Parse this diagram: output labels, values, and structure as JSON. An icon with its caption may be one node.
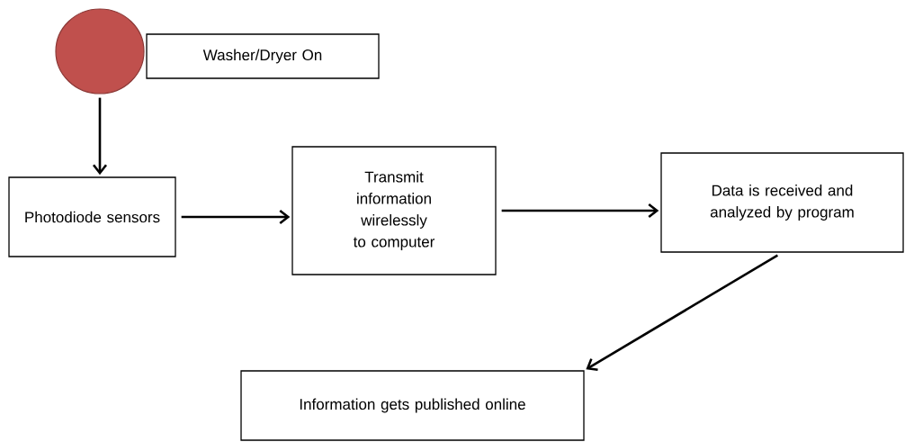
{
  "diagram": {
    "nodes": [
      {
        "text": [],
        "shape": "circle"
      },
      {
        "text": [
          "Washer/Dryer On"
        ]
      },
      {
        "text": [
          "Photodiode sensors"
        ]
      },
      {
        "text": [
          "Transmit information wirelessly to computer"
        ]
      },
      {
        "text": [
          "Data is received and analyzed by program"
        ]
      },
      {
        "text": [
          "Information gets published online"
        ]
      }
    ],
    "edges": [
      {
        "from": 0,
        "to": 2,
        "arrow": "to"
      },
      {
        "from": 2,
        "to": 3,
        "arrow": "to"
      },
      {
        "from": 3,
        "to": 4,
        "arrow": "to"
      },
      {
        "from": 4,
        "to": 5,
        "arrow": "to"
      }
    ]
  }
}
